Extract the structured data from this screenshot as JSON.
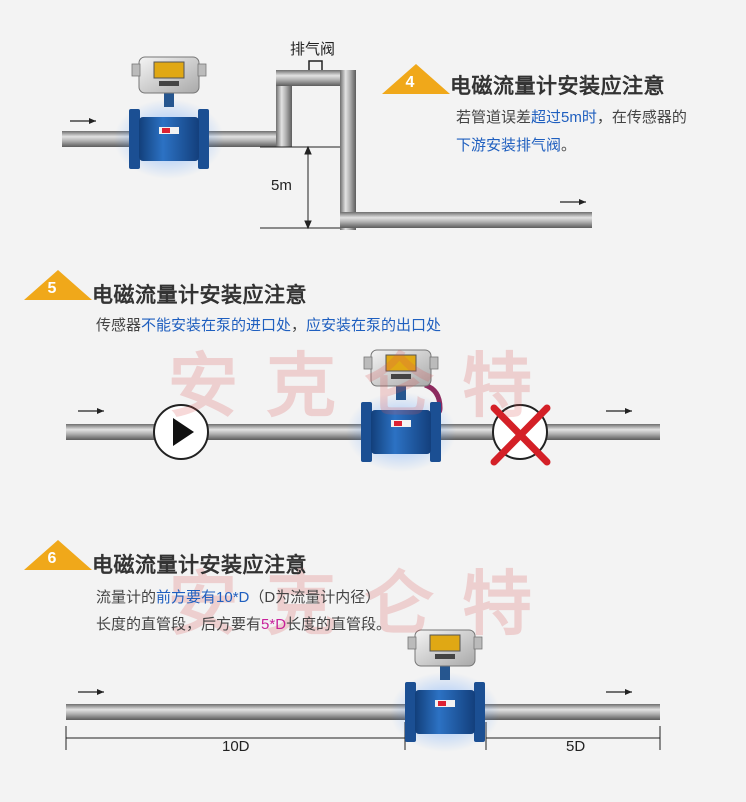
{
  "section4": {
    "number": "4",
    "title": "电磁流量计安装应注意",
    "desc_line1_a": "若管道误差",
    "desc_line1_b": "超过5m时",
    "desc_line1_c": "，在传感器的",
    "desc_line2_a": "下游安装排气阀",
    "desc_line2_b": "。",
    "valve_label": "排气阀",
    "height_label": "5m"
  },
  "section5": {
    "number": "5",
    "title": "电磁流量计安装应注意",
    "desc_a": "传感器",
    "desc_b": "不能安装在泵的进口处",
    "desc_c": "，",
    "desc_d": "应安装在泵的出口处"
  },
  "section6": {
    "number": "6",
    "title": "电磁流量计安装应注意",
    "line1_a": "流量计的",
    "line1_b": "前方要有",
    "line1_c": "10*D",
    "line1_d": "（D为流量计内径）",
    "line2_a": "长度的直管段，后方要有",
    "line2_b": "5*D",
    "line2_c": "长度的直管段。",
    "dim_front": "10D",
    "dim_back": "5D"
  },
  "watermark": "安克仑特",
  "colors": {
    "accent": "#f0a81a",
    "highlight": "#1f5fbf",
    "pink": "#c8229b",
    "meter_blue": "#1f5ea8",
    "pipe_gray": "#8f8f8f",
    "cross_red": "#d42027"
  }
}
